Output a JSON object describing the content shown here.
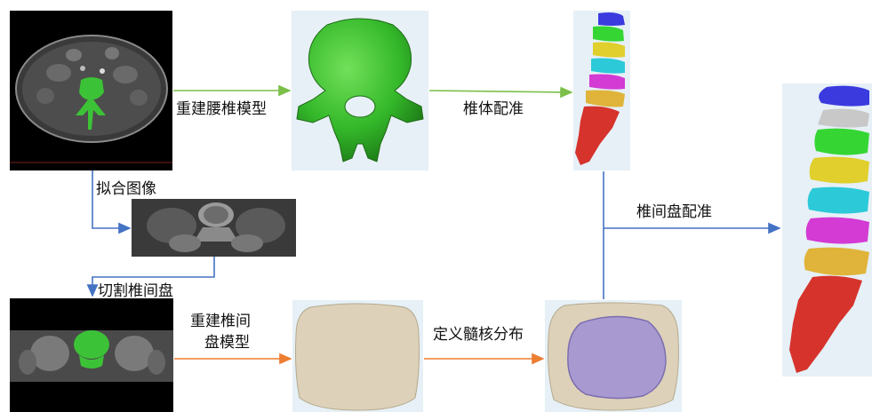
{
  "labels": {
    "reconstruct_vertebra": "重建腰椎模型",
    "vertebra_registration": "椎体配准",
    "fit_image": "拟合图像",
    "cut_disc": "切割椎间盘",
    "reconstruct_disc_line1": "重建椎间",
    "reconstruct_disc_line2": "盘模型",
    "define_nucleus": "定义髓核分布",
    "disc_registration": "椎间盘配准"
  },
  "colors": {
    "green_arrow": "#7cbf4a",
    "blue_arrow": "#4472c4",
    "orange_arrow": "#ed7d31",
    "vertebra_green": "#3cc236",
    "disc_beige": "#ddd2b9",
    "nucleus_purple": "#a89ad0",
    "panel_bg": "#e6f0f6"
  }
}
